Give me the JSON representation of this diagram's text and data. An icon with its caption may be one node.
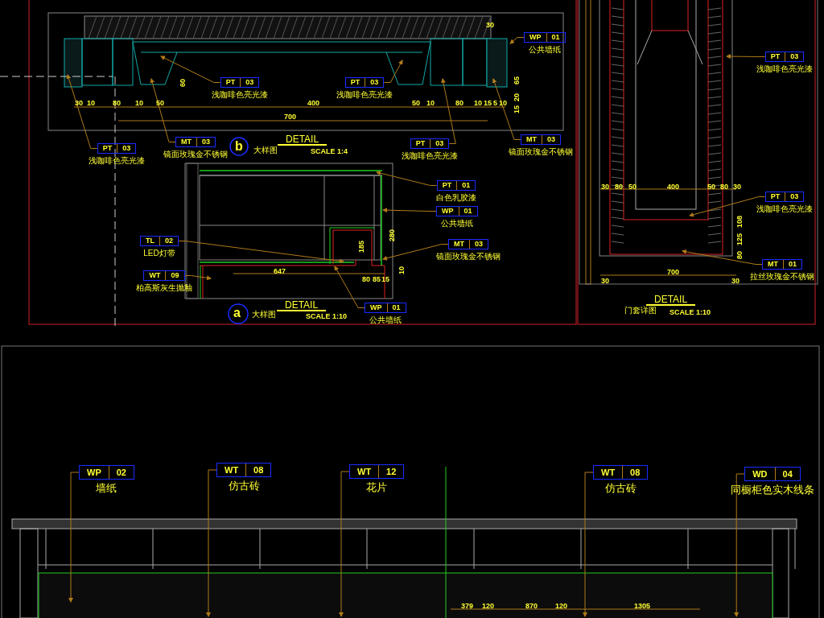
{
  "diagram": {
    "nodes": [
      {
        "text": [
          "WP",
          "01",
          "公共墙纸"
        ]
      },
      {
        "text": [
          "PT",
          "03",
          "浅咖啡色亮光漆"
        ]
      },
      {
        "text": [
          "PT",
          "03",
          "浅咖啡色亮光漆"
        ]
      },
      {
        "text": [
          "PT",
          "03",
          "浅咖啡色亮光漆"
        ]
      },
      {
        "text": [
          "MT",
          "03",
          "镜面玫瑰金不锈钢"
        ]
      },
      {
        "text": [
          "PT",
          "03",
          "浅咖啡色亮光漆"
        ]
      },
      {
        "text": [
          "MT",
          "03",
          "镜面玫瑰金不锈钢"
        ]
      },
      {
        "text": [
          "PT",
          "01",
          "白色乳胶漆"
        ]
      },
      {
        "text": [
          "WP",
          "01",
          "公共墙纸"
        ]
      },
      {
        "text": [
          "TL",
          "02",
          "LED灯带"
        ]
      },
      {
        "text": [
          "MT",
          "03",
          "镜面玫瑰金不锈钢"
        ]
      },
      {
        "text": [
          "WT",
          "09",
          "柏高斯灰生抛釉"
        ]
      },
      {
        "text": [
          "WP",
          "01",
          "公共墙纸"
        ]
      },
      {
        "text": [
          "PT",
          "03",
          "浅咖啡色亮光漆"
        ]
      },
      {
        "text": [
          "PT",
          "03",
          "浅咖啡色亮光漆"
        ]
      },
      {
        "text": [
          "MT",
          "01",
          "拉丝玫瑰金不锈钢"
        ]
      },
      {
        "text": [
          "WP",
          "02",
          "墙纸"
        ]
      },
      {
        "text": [
          "WT",
          "08",
          "仿古砖"
        ]
      },
      {
        "text": [
          "WT",
          "12",
          "花片"
        ]
      },
      {
        "text": [
          "WT",
          "08",
          "仿古砖"
        ]
      },
      {
        "text": [
          "WD",
          "04",
          "同橱柜色实木线条"
        ]
      }
    ],
    "edges": [
      {
        "from": 0,
        "to": null,
        "arrow": "to"
      },
      {
        "from": 1,
        "to": null,
        "arrow": "to"
      },
      {
        "from": 2,
        "to": null,
        "arrow": "to"
      },
      {
        "from": 3,
        "to": null,
        "arrow": "to"
      },
      {
        "from": 4,
        "to": null,
        "arrow": "to"
      },
      {
        "from": 5,
        "to": null,
        "arrow": "to"
      },
      {
        "from": 6,
        "to": null,
        "arrow": "to"
      },
      {
        "from": 7,
        "to": null,
        "arrow": "to"
      },
      {
        "from": 8,
        "to": null,
        "arrow": "to"
      },
      {
        "from": 9,
        "to": null,
        "arrow": "to"
      },
      {
        "from": 10,
        "to": null,
        "arrow": "to"
      },
      {
        "from": 11,
        "to": null,
        "arrow": "to"
      },
      {
        "from": 12,
        "to": null,
        "arrow": "to"
      },
      {
        "from": 13,
        "to": null,
        "arrow": "to"
      },
      {
        "from": 14,
        "to": null,
        "arrow": "to"
      },
      {
        "from": 15,
        "to": null,
        "arrow": "to"
      },
      {
        "from": 16,
        "to": null,
        "arrow": "to"
      },
      {
        "from": 17,
        "to": null,
        "arrow": "to"
      },
      {
        "from": 18,
        "to": null,
        "arrow": "to"
      },
      {
        "from": 19,
        "to": null,
        "arrow": "to"
      },
      {
        "from": 20,
        "to": null,
        "arrow": "to"
      }
    ],
    "labels": [
      "30",
      "65",
      "20",
      "15",
      "60",
      "30",
      "10",
      "80",
      "10",
      "50",
      "400",
      "50",
      "10",
      "80",
      "10",
      "15",
      "5",
      "10",
      "700",
      "b",
      "DETAIL",
      "大样图",
      "SCALE 1:4",
      "280",
      "185",
      "10",
      "647",
      "80",
      "85",
      "15",
      "a",
      "DETAIL",
      "大样图",
      "SCALE 1:10",
      "30",
      "80",
      "50",
      "400",
      "50",
      "80",
      "30",
      "108",
      "125",
      "80",
      "30",
      "700",
      "30",
      "DETAIL",
      "门套详图",
      "SCALE 1:10",
      "379",
      "120",
      "870",
      "120",
      "1305"
    ]
  }
}
